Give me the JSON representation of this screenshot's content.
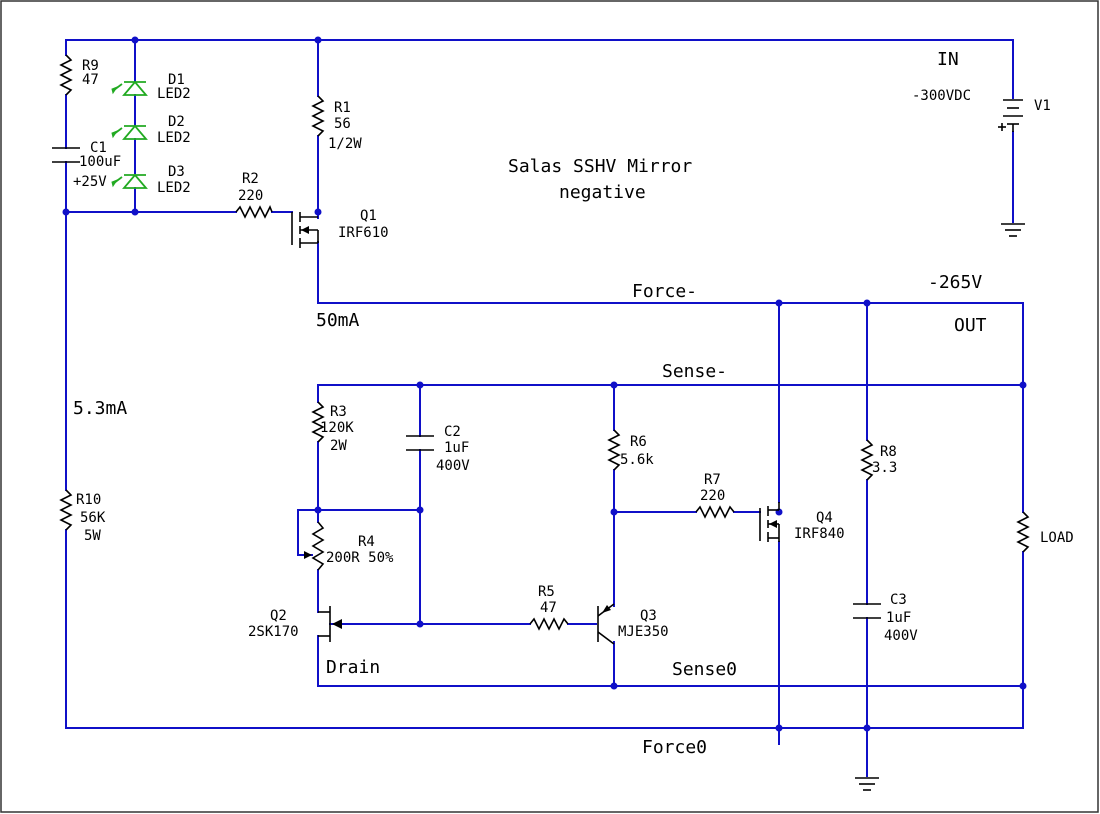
{
  "title": [
    "Salas SSHV Mirror",
    "negative"
  ],
  "net_labels": {
    "in": "IN",
    "supply_voltage": "-300VDC",
    "force_neg": "Force-",
    "out_voltage": "-265V",
    "out": "OUT",
    "sense_neg": "Sense-",
    "sense0": "Sense0",
    "force0": "Force0",
    "drain": "Drain"
  },
  "currents": {
    "q1_current": "50mA",
    "r10_current": "5.3mA"
  },
  "components": {
    "V1": [
      "V1"
    ],
    "R9": [
      "R9",
      "47"
    ],
    "C1": [
      "C1",
      "100uF",
      "+25V"
    ],
    "D1": [
      "D1",
      "LED2"
    ],
    "D2": [
      "D2",
      "LED2"
    ],
    "D3": [
      "D3",
      "LED2"
    ],
    "R1": [
      "R1",
      "56",
      "1/2W"
    ],
    "R2": [
      "R2",
      "220"
    ],
    "Q1": [
      "Q1",
      "IRF610"
    ],
    "R3": [
      "R3",
      "120K",
      "2W"
    ],
    "C2": [
      "C2",
      "1uF",
      "400V"
    ],
    "R4": [
      "R4",
      "200R 50%"
    ],
    "Q2": [
      "Q2",
      "2SK170"
    ],
    "R5": [
      "R5",
      "47"
    ],
    "Q3": [
      "Q3",
      "MJE350"
    ],
    "R6": [
      "R6",
      "5.6k"
    ],
    "R7": [
      "R7",
      "220"
    ],
    "Q4": [
      "Q4",
      "IRF840"
    ],
    "R8": [
      "R8",
      "3.3"
    ],
    "C3": [
      "C3",
      "1uF",
      "400V"
    ],
    "R10": [
      "R10",
      "56K",
      "5W"
    ],
    "LOAD": [
      "LOAD"
    ]
  },
  "colors": {
    "wire": "#1010c8",
    "component": "#000000",
    "led": "#22aa22"
  }
}
